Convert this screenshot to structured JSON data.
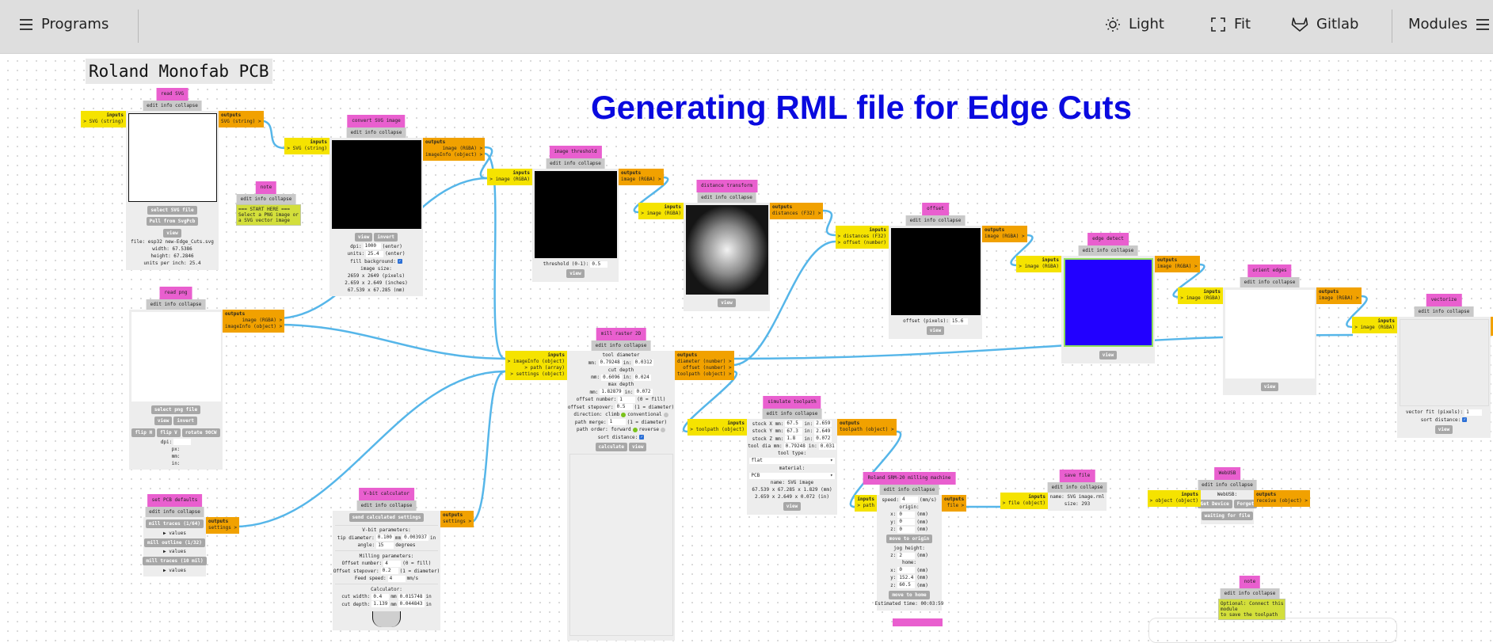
{
  "header": {
    "programs_label": "Programs",
    "light_label": "Light",
    "fit_label": "Fit",
    "gitlab_label": "Gitlab",
    "modules_label": "Modules"
  },
  "program_title": "Roland Monofab PCB",
  "heading": "Generating RML file for Edge Cuts",
  "common": {
    "inputs_label": "inputs",
    "outputs_label": "outputs",
    "controls": [
      "edit",
      "info",
      "collapse"
    ]
  },
  "colors": {
    "title": "#e95fcf",
    "inputs": "#f5e300",
    "outputs": "#f1a100",
    "wire": "#56b6e9",
    "heading": "#0a0adf"
  },
  "modules": [
    {
      "id": "readSvg",
      "title": "read SVG",
      "inputs": [
        "SVG (string)"
      ],
      "outputs": [
        "SVG (string)"
      ],
      "body": [
        {
          "t": "canvas",
          "fill": "#ffffff",
          "border": "#111111"
        },
        {
          "t": "buttons",
          "items": [
            "select SVG file"
          ]
        },
        {
          "t": "buttons",
          "items": [
            "Pull from SvgPcb"
          ]
        },
        {
          "t": "buttons",
          "items": [
            "view"
          ]
        },
        {
          "t": "text",
          "v": "file: esp32 new-Edge_Cuts.svg"
        },
        {
          "t": "text",
          "v": "width: 67.5386"
        },
        {
          "t": "text",
          "v": "height: 67.2846"
        },
        {
          "t": "text",
          "v": "units per inch: 25.4"
        }
      ]
    },
    {
      "id": "convertSvg",
      "title": "convert SVG image",
      "inputs": [
        "SVG (string)"
      ],
      "outputs": [
        "image (RGBA)",
        "imageInfo (object)"
      ],
      "body": [
        {
          "t": "canvas",
          "fill": "#000000"
        },
        {
          "t": "buttons",
          "items": [
            "view",
            "invert"
          ]
        },
        {
          "t": "row",
          "parts": [
            "dpi:",
            {
              "in": "1000"
            },
            "(enter)"
          ]
        },
        {
          "t": "row",
          "parts": [
            "units:",
            {
              "in": "25.4"
            },
            "(enter)"
          ]
        },
        {
          "t": "row",
          "parts": [
            "fill background:",
            {
              "check": true
            }
          ]
        },
        {
          "t": "text",
          "v": "image size:"
        },
        {
          "t": "text",
          "v": "2659 x 2649 (pixels)"
        },
        {
          "t": "text",
          "v": "2.659 x 2.649 (inches)"
        },
        {
          "t": "text",
          "v": "67.539 x 67.285 (mm)"
        }
      ]
    },
    {
      "id": "note1",
      "title": "note",
      "body": [
        {
          "t": "note",
          "lines": [
            "=== START HERE ===",
            "Select a PNG image or",
            "a SVG vector image"
          ]
        }
      ]
    },
    {
      "id": "threshold",
      "title": "image threshold",
      "inputs": [
        "image (RGBA)"
      ],
      "outputs": [
        "image (RGBA)"
      ],
      "body": [
        {
          "t": "canvas",
          "fill": "#000000"
        },
        {
          "t": "row",
          "parts": [
            "threshold (0-1):",
            {
              "in": "0.5"
            }
          ]
        },
        {
          "t": "buttons",
          "items": [
            "view"
          ]
        }
      ]
    },
    {
      "id": "distance",
      "title": "distance transform",
      "inputs": [
        "image (RGBA)"
      ],
      "outputs": [
        "distances (F32)"
      ],
      "body": [
        {
          "t": "canvas",
          "fill": "gradient"
        },
        {
          "t": "buttons",
          "items": [
            "view"
          ]
        }
      ]
    },
    {
      "id": "offset",
      "title": "offset",
      "inputs": [
        "distances (F32)",
        "offset (number)"
      ],
      "outputs": [
        "image (RGBA)"
      ],
      "body": [
        {
          "t": "canvas",
          "fill": "#000000"
        },
        {
          "t": "row",
          "parts": [
            "offset (pixels):",
            {
              "in": "15.6"
            }
          ]
        },
        {
          "t": "buttons",
          "items": [
            "view"
          ]
        }
      ]
    },
    {
      "id": "edgeDetect",
      "title": "edge detect",
      "inputs": [
        "image (RGBA)"
      ],
      "outputs": [
        "image (RGBA)"
      ],
      "body": [
        {
          "t": "canvas",
          "fill": "#2200ff",
          "border": "#8fe05c"
        },
        {
          "t": "buttons",
          "items": [
            "view"
          ]
        }
      ]
    },
    {
      "id": "orient",
      "title": "orient edges",
      "inputs": [
        "image (RGBA)"
      ],
      "outputs": [
        "image (RGBA)"
      ],
      "body": [
        {
          "t": "canvas",
          "fill": "#ffffff"
        },
        {
          "t": "buttons",
          "items": [
            "view"
          ]
        }
      ]
    },
    {
      "id": "vectorize",
      "title": "vectorize",
      "inputs": [
        "image (RGBA)"
      ],
      "outputs": [],
      "body": [
        {
          "t": "canvas",
          "fill": "#ececec",
          "border": "#dddddd"
        },
        {
          "t": "row",
          "parts": [
            "vector fit (pixels):",
            {
              "in": "1"
            }
          ]
        },
        {
          "t": "row",
          "parts": [
            "sort distance:",
            {
              "check": true
            }
          ]
        },
        {
          "t": "buttons",
          "items": [
            "view"
          ]
        }
      ]
    },
    {
      "id": "readPng",
      "title": "read png",
      "outputs": [
        "image (RGBA)",
        "imageInfo (object)"
      ],
      "body": [
        {
          "t": "canvas",
          "fill": "#ffffff"
        },
        {
          "t": "buttons",
          "items": [
            "select png file"
          ]
        },
        {
          "t": "buttons",
          "items": [
            "view",
            "invert"
          ]
        },
        {
          "t": "buttons",
          "items": [
            "flip H",
            "flip V",
            "rotate 90CW"
          ]
        },
        {
          "t": "row",
          "parts": [
            "dpi:",
            {
              "in": ""
            }
          ]
        },
        {
          "t": "text",
          "v": "px:"
        },
        {
          "t": "text",
          "v": "mm:"
        },
        {
          "t": "text",
          "v": "in:"
        }
      ]
    },
    {
      "id": "setPcb",
      "title": "set PCB defaults",
      "outputs": [
        "settings"
      ],
      "body": [
        {
          "t": "buttons",
          "items": [
            "mill traces (1/64)"
          ]
        },
        {
          "t": "text",
          "v": "▶ values"
        },
        {
          "t": "buttons",
          "items": [
            "mill outline (1/32)"
          ]
        },
        {
          "t": "text",
          "v": "▶ values"
        },
        {
          "t": "buttons",
          "items": [
            "mill traces (10 mil)"
          ]
        },
        {
          "t": "text",
          "v": "▶ values"
        }
      ]
    },
    {
      "id": "vbit",
      "title": "V-bit calculator",
      "outputs": [
        "settings"
      ],
      "body": [
        {
          "t": "buttons",
          "items": [
            "send calculated settings"
          ]
        },
        {
          "t": "hr"
        },
        {
          "t": "text",
          "v": "V-bit parameters:"
        },
        {
          "t": "row",
          "parts": [
            "tip diameter:",
            {
              "in": "0.100"
            },
            "mm",
            {
              "in": "0.003937"
            },
            "in"
          ]
        },
        {
          "t": "row",
          "parts": [
            "angle:",
            {
              "in": "15"
            },
            "degrees"
          ]
        },
        {
          "t": "hr"
        },
        {
          "t": "text",
          "v": "Milling parameters:"
        },
        {
          "t": "row",
          "parts": [
            "Offset number:",
            {
              "in": "4"
            },
            "(0 = fill)"
          ]
        },
        {
          "t": "row",
          "parts": [
            "Offset stepover:",
            {
              "in": "0.2"
            },
            "(1 = diameter)"
          ]
        },
        {
          "t": "row",
          "parts": [
            "Feed speed:",
            {
              "in": "4"
            },
            "mm/s"
          ]
        },
        {
          "t": "hr"
        },
        {
          "t": "text",
          "v": "Calculator:"
        },
        {
          "t": "row",
          "parts": [
            "cut width:",
            {
              "in": "0.4"
            },
            "mm",
            {
              "in": "0.015748"
            },
            "in"
          ]
        },
        {
          "t": "row",
          "parts": [
            "cut depth:",
            {
              "in": "1.139"
            },
            "mm",
            {
              "in": "0.044843"
            },
            "in"
          ]
        },
        {
          "t": "bit"
        }
      ]
    },
    {
      "id": "millRaster",
      "title": "mill raster 2D",
      "inputs": [
        "imageInfo (object)",
        "path (array)",
        "settings (object)"
      ],
      "outputs": [
        "diameter (number)",
        "offset (number)",
        "toolpath (object)"
      ],
      "body": [
        {
          "t": "text",
          "v": "tool diameter"
        },
        {
          "t": "row",
          "parts": [
            "mm:",
            {
              "in": "0.79248"
            },
            "in:",
            {
              "in": "0.0312"
            }
          ]
        },
        {
          "t": "text",
          "v": "cut depth"
        },
        {
          "t": "row",
          "parts": [
            "mm:",
            {
              "in": "0.6096"
            },
            "in:",
            {
              "in": "0.024"
            }
          ]
        },
        {
          "t": "text",
          "v": "max depth"
        },
        {
          "t": "row",
          "parts": [
            "mm:",
            {
              "in": "1.82879"
            },
            "in:",
            {
              "in": "0.072"
            }
          ]
        },
        {
          "t": "row",
          "parts": [
            "offset number:",
            {
              "in": "1"
            },
            "(0 = fill)"
          ]
        },
        {
          "t": "row",
          "parts": [
            "offset stepover:",
            {
              "in": "0.5"
            },
            "(1 = diameter)"
          ]
        },
        {
          "t": "row",
          "parts": [
            "direction: climb",
            {
              "radio": true
            },
            "conventional",
            {
              "radio": false
            }
          ]
        },
        {
          "t": "row",
          "parts": [
            "path merge:",
            {
              "in": "1"
            },
            "(1 = diameter)"
          ]
        },
        {
          "t": "row",
          "parts": [
            "path order: forward",
            {
              "radio": true
            },
            "reverse",
            {
              "radio": false
            }
          ]
        },
        {
          "t": "row",
          "parts": [
            "sort distance:",
            {
              "check": true
            }
          ]
        },
        {
          "t": "buttons",
          "items": [
            "calculate",
            "view"
          ]
        },
        {
          "t": "canvas",
          "fill": "#eeeeee",
          "border": "#dddddd"
        }
      ]
    },
    {
      "id": "simulate",
      "title": "simulate toolpath",
      "inputs": [
        "toolpath (object)"
      ],
      "outputs": [
        "toolpath (object)"
      ],
      "body": [
        {
          "t": "row",
          "parts": [
            "stock X mm:",
            {
              "in": "67.5"
            },
            "in:",
            {
              "in": "2.659"
            }
          ]
        },
        {
          "t": "row",
          "parts": [
            "stock Y mm:",
            {
              "in": "67.3"
            },
            "in:",
            {
              "in": "2.649"
            }
          ]
        },
        {
          "t": "row",
          "parts": [
            "stock Z mm:",
            {
              "in": "1.8"
            },
            "in:",
            {
              "in": "0.072"
            }
          ]
        },
        {
          "t": "row",
          "parts": [
            "tool dia mm:",
            {
              "in": "0.79248"
            },
            "in:",
            {
              "in": "0.031"
            }
          ]
        },
        {
          "t": "text",
          "v": "tool type:"
        },
        {
          "t": "select",
          "v": "flat"
        },
        {
          "t": "text",
          "v": "material:"
        },
        {
          "t": "select",
          "v": "PCB"
        },
        {
          "t": "text",
          "v": "name: SVG image"
        },
        {
          "t": "text",
          "v": "67.539 x 67.285 x 1.829 (mm)"
        },
        {
          "t": "text",
          "v": "2.659 x 2.649 x 0.072 (in)"
        },
        {
          "t": "buttons",
          "items": [
            "view"
          ]
        }
      ]
    },
    {
      "id": "roland",
      "title": "Roland SRM-20 milling machine",
      "inputs": [
        "path"
      ],
      "outputs": [
        "file"
      ],
      "body": [
        {
          "t": "row",
          "parts": [
            "speed:",
            {
              "in": "4"
            },
            "(mm/s)"
          ]
        },
        {
          "t": "text",
          "v": "origin:"
        },
        {
          "t": "row",
          "parts": [
            "x:",
            {
              "in": "0"
            },
            "(mm)"
          ]
        },
        {
          "t": "row",
          "parts": [
            "y:",
            {
              "in": "0"
            },
            "(mm)"
          ]
        },
        {
          "t": "row",
          "parts": [
            "z:",
            {
              "in": "0"
            },
            "(mm)"
          ]
        },
        {
          "t": "buttons",
          "items": [
            "move to origin"
          ]
        },
        {
          "t": "text",
          "v": "jog height:"
        },
        {
          "t": "row",
          "parts": [
            "z:",
            {
              "in": "2"
            },
            "(mm)"
          ]
        },
        {
          "t": "text",
          "v": "home:"
        },
        {
          "t": "row",
          "parts": [
            "x:",
            {
              "in": "0"
            },
            "(mm)"
          ]
        },
        {
          "t": "row",
          "parts": [
            "y:",
            {
              "in": "152.4"
            },
            "(mm)"
          ]
        },
        {
          "t": "row",
          "parts": [
            "z:",
            {
              "in": "60.5"
            },
            "(mm)"
          ]
        },
        {
          "t": "buttons",
          "items": [
            "move to home"
          ]
        },
        {
          "t": "text",
          "v": "Estimated time: 00:03:59"
        }
      ]
    },
    {
      "id": "saveFile",
      "title": "save file",
      "inputs": [
        "file (object)"
      ],
      "body": [
        {
          "t": "text",
          "v": "name: SVG image.rml"
        },
        {
          "t": "text",
          "v": "size: 293"
        }
      ]
    },
    {
      "id": "webusb",
      "title": "WebUSB",
      "inputs": [
        "object (object)"
      ],
      "outputs": [
        "receive (object)"
      ],
      "body": [
        {
          "t": "text",
          "v": "WebUSB:"
        },
        {
          "t": "buttons",
          "items": [
            "Get Device",
            "Forget"
          ]
        },
        {
          "t": "buttons",
          "items": [
            "waiting for file"
          ]
        }
      ]
    },
    {
      "id": "note2",
      "title": "note",
      "body": [
        {
          "t": "note",
          "lines": [
            "Optional: Connect this",
            "module",
            "to save the toolpath"
          ]
        }
      ]
    }
  ]
}
